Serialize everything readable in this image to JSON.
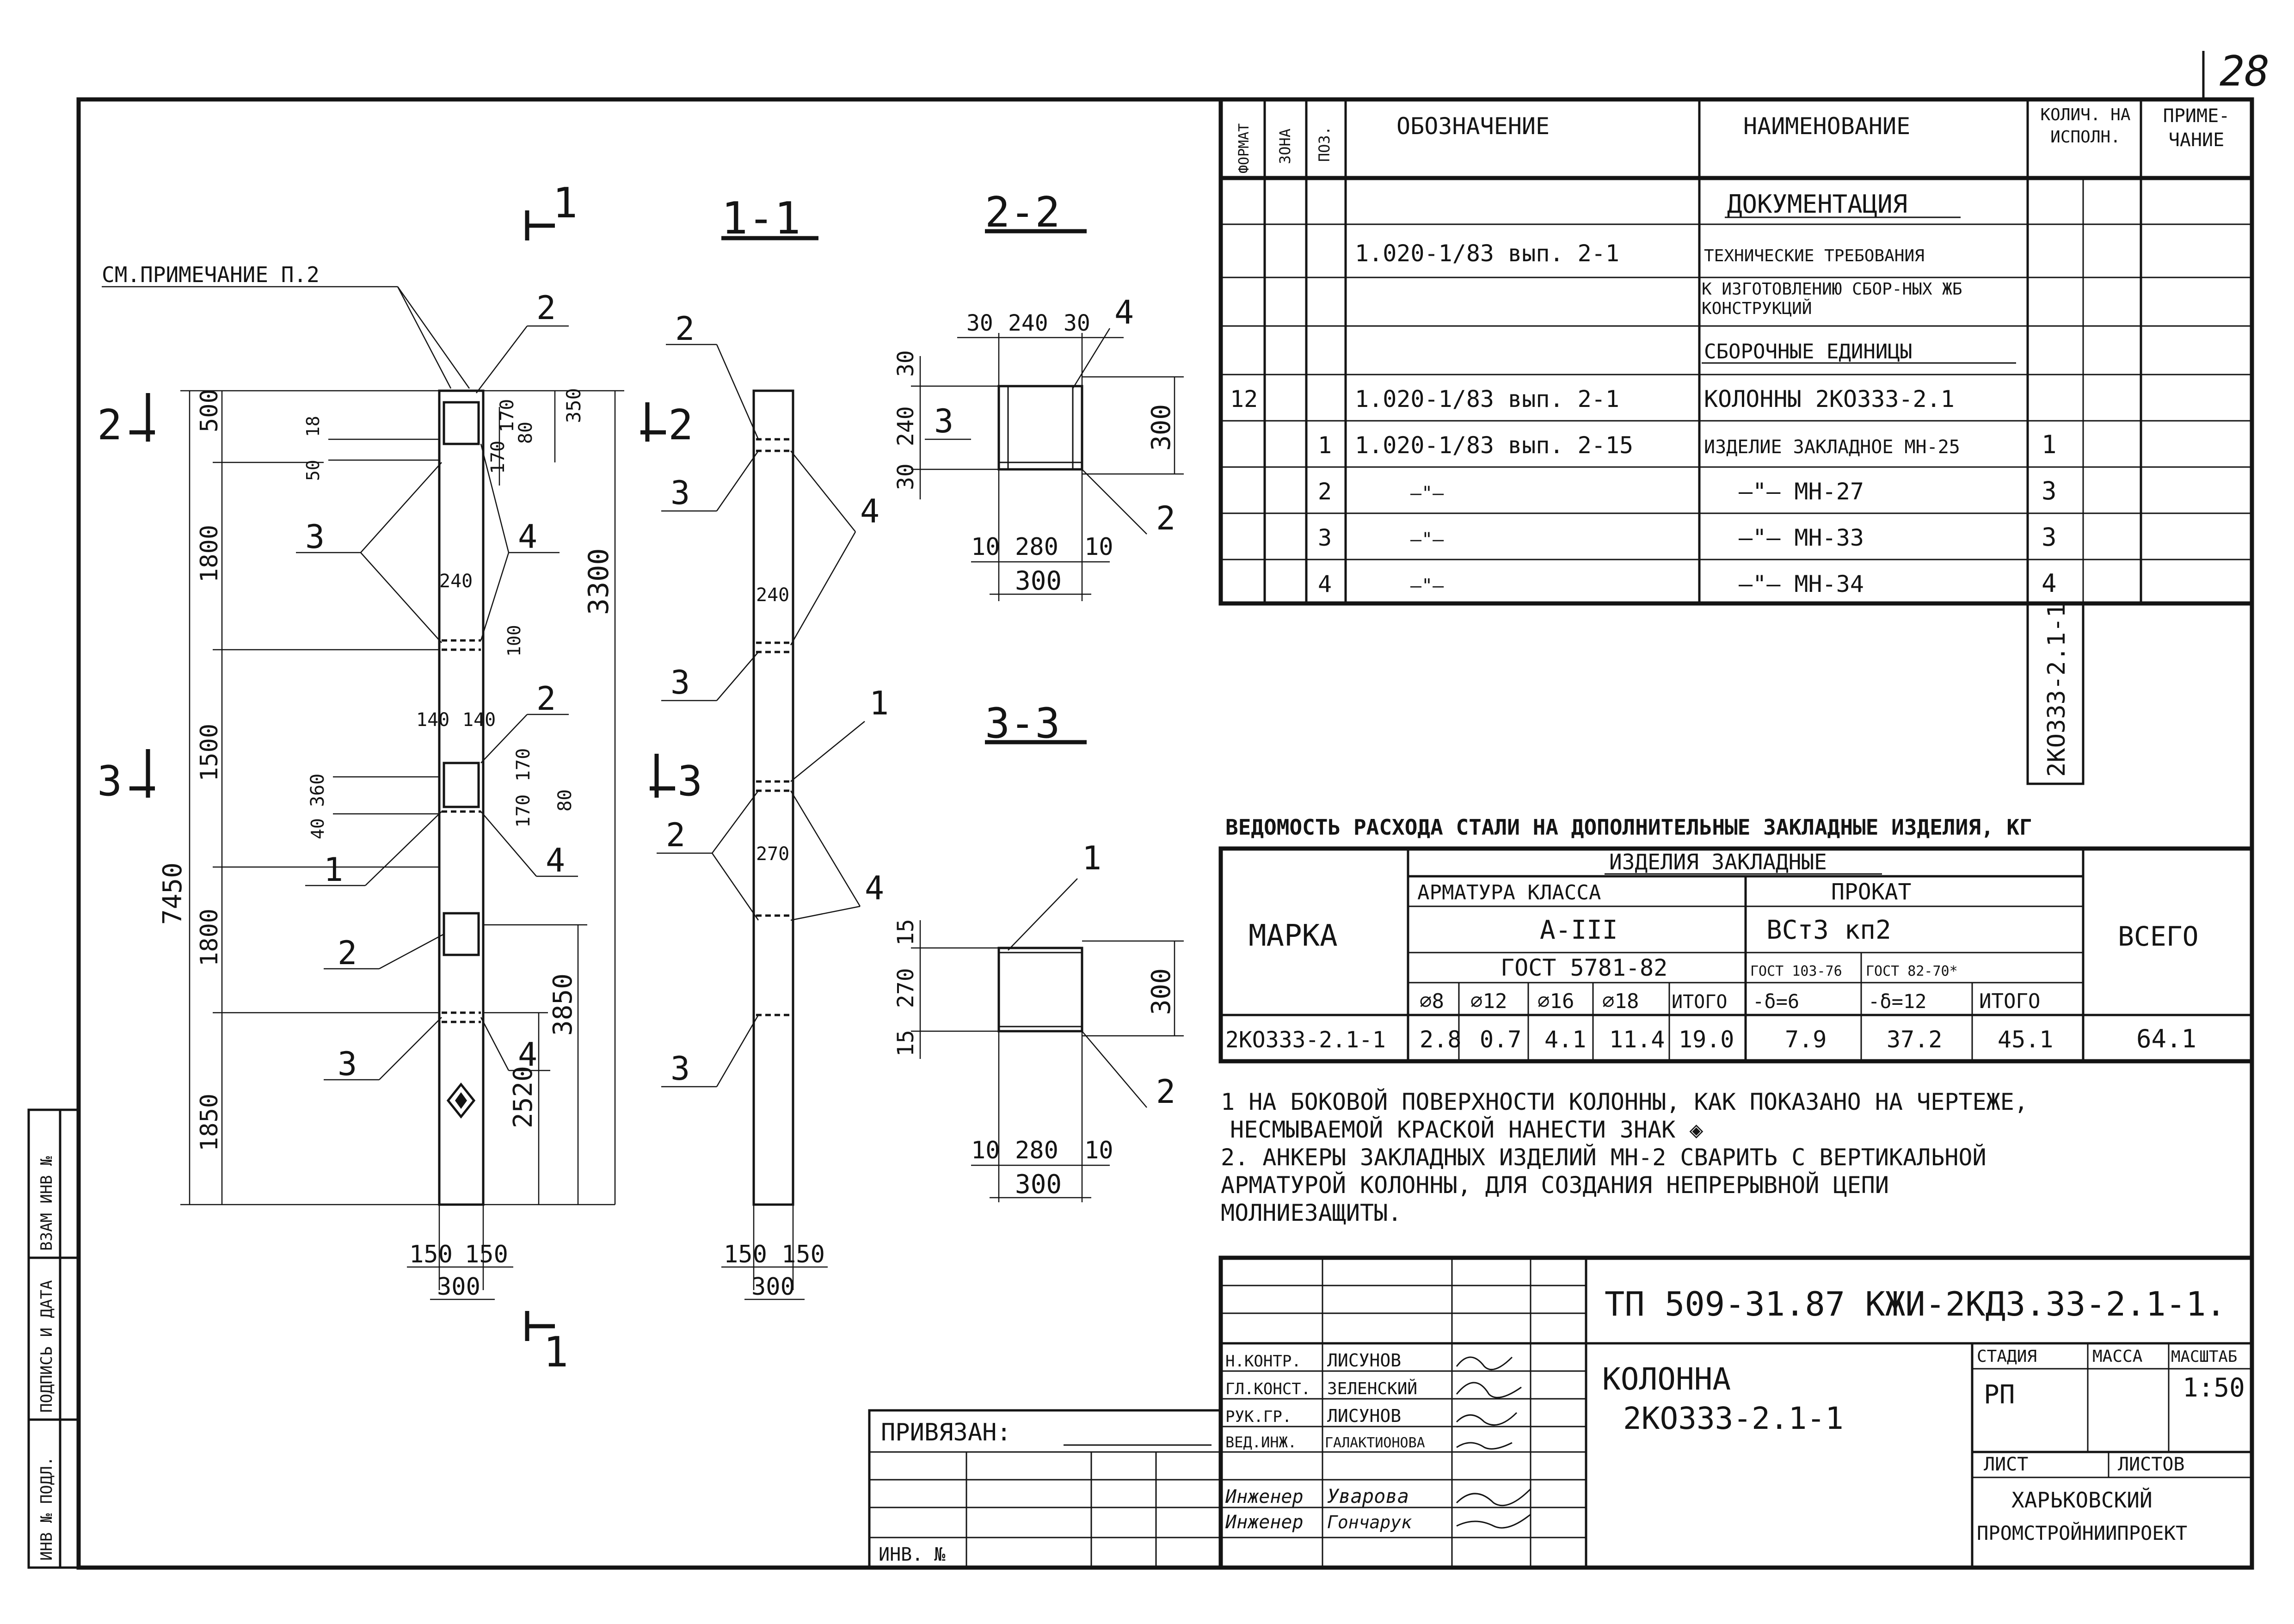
{
  "sheet_number": "28",
  "drawing_views": {
    "section_marker_1": "1",
    "view_1_1": "1-1",
    "view_2_2": "2-2",
    "view_3_3": "3-3",
    "side_marker_2": "2",
    "side_marker_3": "3",
    "note_ref": "СМ.ПРИМЕЧАНИЕ П.2"
  },
  "dimensions": {
    "main": {
      "total_7450": "7450",
      "seg_500": "500",
      "seg_1800a": "1800",
      "seg_1500": "1500",
      "seg_1800b": "1800",
      "seg_1850": "1850",
      "dim_3300": "3300",
      "dim_3850": "3850",
      "dim_2520": "2520",
      "w_240": "240",
      "w_140a": "140",
      "w_140b": "140",
      "d_170a": "170",
      "d_170b": "170",
      "d_80a": "80",
      "d_80b": "80",
      "d_350": "350",
      "d_360": "360",
      "d_40": "40",
      "d_18": "18",
      "d_50": "50",
      "d_170c": "170",
      "d_170d": "170",
      "d_100": "100",
      "b_150a": "150",
      "b_150b": "150",
      "b_300": "300"
    },
    "side": {
      "w_240": "240",
      "w_270": "270",
      "b_150a": "150",
      "b_150b": "150",
      "b_300": "300"
    },
    "sec22": {
      "t30a": "30",
      "t240": "240",
      "t30b": "30",
      "l30a": "30",
      "l240": "240",
      "l30b": "30",
      "r300": "300",
      "b10a": "10",
      "b280": "280",
      "b10b": "10",
      "b300": "300"
    },
    "sec33": {
      "l15a": "15",
      "l270": "270",
      "l15b": "15",
      "r300": "300",
      "b10a": "10",
      "b280": "280",
      "b10b": "10",
      "b300": "300"
    }
  },
  "callouts": {
    "main": [
      "2",
      "3",
      "4",
      "2",
      "1",
      "4",
      "2",
      "3",
      "4"
    ],
    "side": [
      "2",
      "3",
      "4",
      "3",
      "1",
      "2",
      "4",
      "3"
    ],
    "sec22": [
      "4",
      "3",
      "2"
    ],
    "sec33": [
      "1",
      "2"
    ]
  },
  "spec_table": {
    "headers": {
      "format": "ФОРМАТ",
      "zone": "ЗОНА",
      "pos": "ПОЗ.",
      "designation": "ОБОЗНАЧЕНИЕ",
      "name": "НАИМЕНОВАНИЕ",
      "qty": "КОЛИЧ. НА ИСПОЛН.",
      "note": "ПРИМЕ-ЧАНИЕ"
    },
    "rows": [
      {
        "format": "",
        "pos": "",
        "designation": "",
        "name": "ДОКУМЕНТАЦИЯ",
        "qty": ""
      },
      {
        "format": "",
        "pos": "",
        "designation": "1.020-1/83 вып. 2-1",
        "name": "ТЕХНИЧЕСКИЕ ТРЕБОВАНИЯ",
        "qty": ""
      },
      {
        "format": "",
        "pos": "",
        "designation": "",
        "name": "К ИЗГОТОВЛЕНИЮ СБОР-НЫХ ЖБ КОНСТРУКЦИЙ",
        "qty": ""
      },
      {
        "format": "",
        "pos": "",
        "designation": "",
        "name": "СБОРОЧНЫЕ ЕДИНИЦЫ",
        "qty": ""
      },
      {
        "format": "12",
        "pos": "",
        "designation": "1.020-1/83 вып. 2-1",
        "name": "КОЛОННЫ 2КО333-2.1",
        "qty": ""
      },
      {
        "format": "",
        "pos": "1",
        "designation": "1.020-1/83 вып. 2-15",
        "name": "ИЗДЕЛИЕ ЗАКЛАДНОЕ МН-25",
        "qty": "1"
      },
      {
        "format": "",
        "pos": "2",
        "designation": "—\"—",
        "name": "—\"— МН-27",
        "qty": "3"
      },
      {
        "format": "",
        "pos": "3",
        "designation": "—\"—",
        "name": "—\"— МН-33",
        "qty": "3"
      },
      {
        "format": "",
        "pos": "4",
        "designation": "—\"—",
        "name": "—\"— МН-34",
        "qty": "4"
      }
    ],
    "vertical_mark": "2КО333-2.1-1"
  },
  "steel_table": {
    "title": "ВЕДОМОСТЬ РАСХОДА СТАЛИ НА ДОПОЛНИТЕЛЬНЫЕ ЗАКЛАДНЫЕ ИЗДЕЛИЯ, КГ",
    "mark_header": "МАРКА",
    "group_header": "ИЗДЕЛИЯ ЗАКЛАДНЫЕ",
    "armature_header": "АРМАТУРА КЛАССА",
    "armature_class": "А-III",
    "armature_gost": "ГОСТ 5781-82",
    "rolled_header": "ПРОКАТ",
    "rolled_grade": "ВСт3 кп2",
    "rolled_gost1": "ГОСТ 103-76",
    "rolled_gost2": "ГОСТ 82-70*",
    "total_header": "ВСЕГО",
    "cols": [
      "⌀8",
      "⌀12",
      "⌀16",
      "⌀18",
      "ИТОГО",
      "-δ=6",
      "-δ=12",
      "ИТОГО"
    ],
    "row": {
      "mark": "2КО333-2.1-1",
      "values": [
        "2.8",
        "0.7",
        "4.1",
        "11.4",
        "19.0",
        "7.9",
        "37.2",
        "45.1"
      ],
      "total": "64.1"
    }
  },
  "notes": [
    "1 НА БОКОВОЙ ПОВЕРХНОСТИ КОЛОННЫ, КАК ПОКАЗАНО НА ЧЕРТЕЖЕ,",
    "НЕСМЫВАЕМОЙ КРАСКОЙ НАНЕСТИ ЗНАК ◈",
    "2. АНКЕРЫ ЗАКЛАДНЫХ ИЗДЕЛИЙ МН-2 СВАРИТЬ С ВЕРТИКАЛЬНОЙ",
    "АРМАТУРОЙ КОЛОННЫ, ДЛЯ СОЗДАНИЯ НЕПРЕРЫВНОЙ ЦЕПИ",
    "МОЛНИЕЗАЩИТЫ."
  ],
  "title_block": {
    "code": "ТП 509-31.87  КЖИ-2КД3.33-2.1-1.",
    "title_line1": "КОЛОННА",
    "title_line2": "2КО333-2.1-1",
    "stage_header": "СТАДИЯ",
    "mass_header": "МАССА",
    "scale_header": "МАСШТАБ",
    "stage": "РП",
    "scale": "1:50",
    "sheet_header": "ЛИСТ",
    "sheets_header": "ЛИСТОВ",
    "org_line1": "ХАРЬКОВСКИЙ",
    "org_line2": "ПРОМСТРОЙНИИПРОЕКТ",
    "signers": [
      {
        "role": "Н.КОНТР.",
        "name": "ЛИСУНОВ"
      },
      {
        "role": "ГЛ.КОНСТ.",
        "name": "ЗЕЛЕНСКИЙ"
      },
      {
        "role": "РУК.ГР.",
        "name": "ЛИСУНОВ"
      },
      {
        "role": "ВЕД.ИНЖ.",
        "name": "ГАЛАКТИОНОВА"
      },
      {
        "role": "Инженер",
        "name": "Уварова"
      },
      {
        "role": "Инженер",
        "name": "Гончарук"
      }
    ],
    "privyazan": "ПРИВЯЗАН:",
    "inv_no": "ИНВ. №"
  },
  "side_stamp": {
    "inv_podl": "ИНВ № ПОДЛ.",
    "sign_date": "ПОДПИСЬ И ДАТА",
    "vzam_inv": "ВЗАМ ИНВ №"
  }
}
